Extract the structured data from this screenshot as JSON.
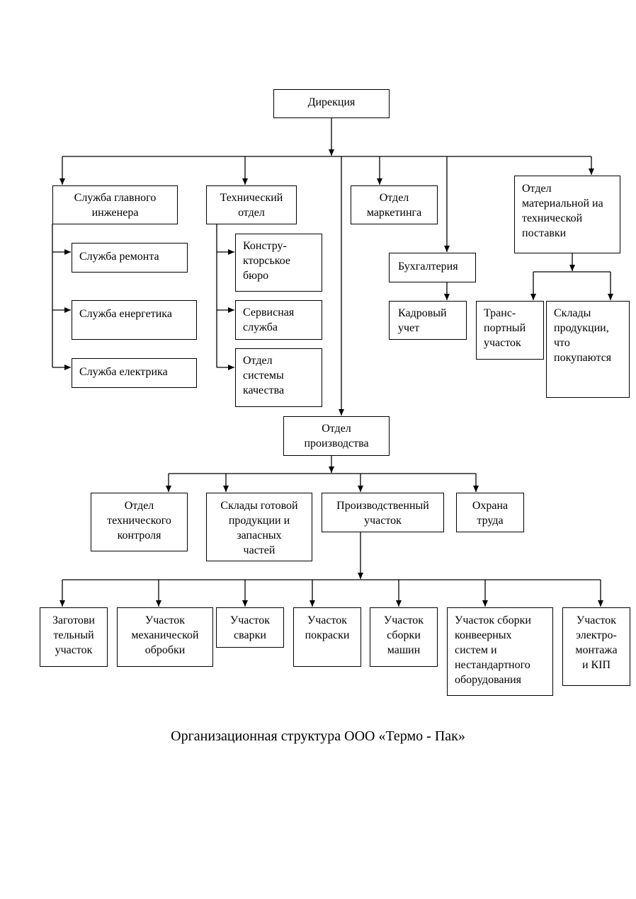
{
  "nodes": {
    "direkciya": "Дирекция",
    "glav_inzh": "Служба главного\nинженера",
    "remont": "Служба ремонта",
    "energetika": "Служба енергетика",
    "elektrika": "Служба електрика",
    "tech_otdel": "Технический\nотдел",
    "konstr": "Констру-\nкторськое\nбюро",
    "servis": "Сервисная\nслужба",
    "kachestvo": "Отдел\nсистемы\nкачества",
    "marketing": "Отдел\nмаркетинга",
    "buh": "Бухгалтерия",
    "kadr": "Кадровый\nучет",
    "mtp": "Отдел\nматериальной иа\nтехнической\nпоставки",
    "transport": "Транс-\nпортный\nучасток",
    "sklady_pokup": "Склады\nпродукции,\nчто\nпокупаются",
    "proizvodstvo": "Отдел\nпроизводства",
    "otk": "Отдел\nтехнического\nконтроля",
    "sklady_gotov": "Склады готовой\nпродукции и\nзапасных\nчастей",
    "proizv_uch": "Производственный\nучасток",
    "ohrana": "Охрана\nтруда",
    "zagot": "Заготови\nтельный\nучасток",
    "mehobr": "Участок\nмеханической\nобробки",
    "svarka": "Участок\nсварки",
    "pokraska": "Участок\nпокраски",
    "sborka_mashin": "Участок\nсборки\nмашин",
    "sborka_konv": "Участок сборки\nконвеерных\nсистем и\nнестандартного\nоборудования",
    "elektromontazh": "Участок\nэлектро-\nмонтажа\nи КІП"
  },
  "caption": "Организационная структура ООО «Термо - Пак»"
}
